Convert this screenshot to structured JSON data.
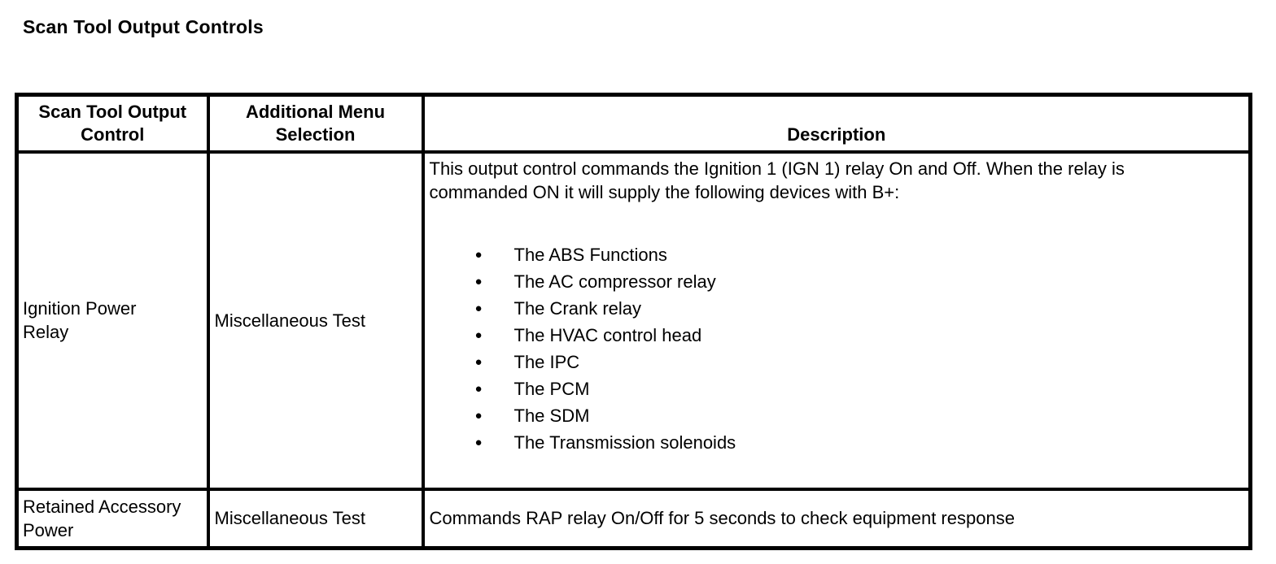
{
  "page_title": "Scan Tool Output Controls",
  "table": {
    "headers": [
      "Scan Tool Output\nControl",
      "Additional Menu\nSelection",
      "Description"
    ],
    "rows": [
      {
        "control": "Ignition Power\nRelay",
        "menu": "Miscellaneous Test",
        "description": "This output control commands the Ignition 1 (IGN 1) relay On and Off. When the relay is\ncommanded ON it will supply the following devices with B+:",
        "bullets": [
          "The ABS Functions",
          "The AC compressor relay",
          "The Crank relay",
          "The HVAC control head",
          "The IPC",
          "The PCM",
          "The SDM",
          "The Transmission solenoids"
        ]
      },
      {
        "control": "Retained Accessory\nPower",
        "menu": "Miscellaneous Test",
        "description": "Commands RAP relay On/Off for 5 seconds to check equipment response",
        "bullets": []
      }
    ]
  },
  "colors": {
    "text": "#000000",
    "border": "#000000",
    "background": "#ffffff"
  }
}
